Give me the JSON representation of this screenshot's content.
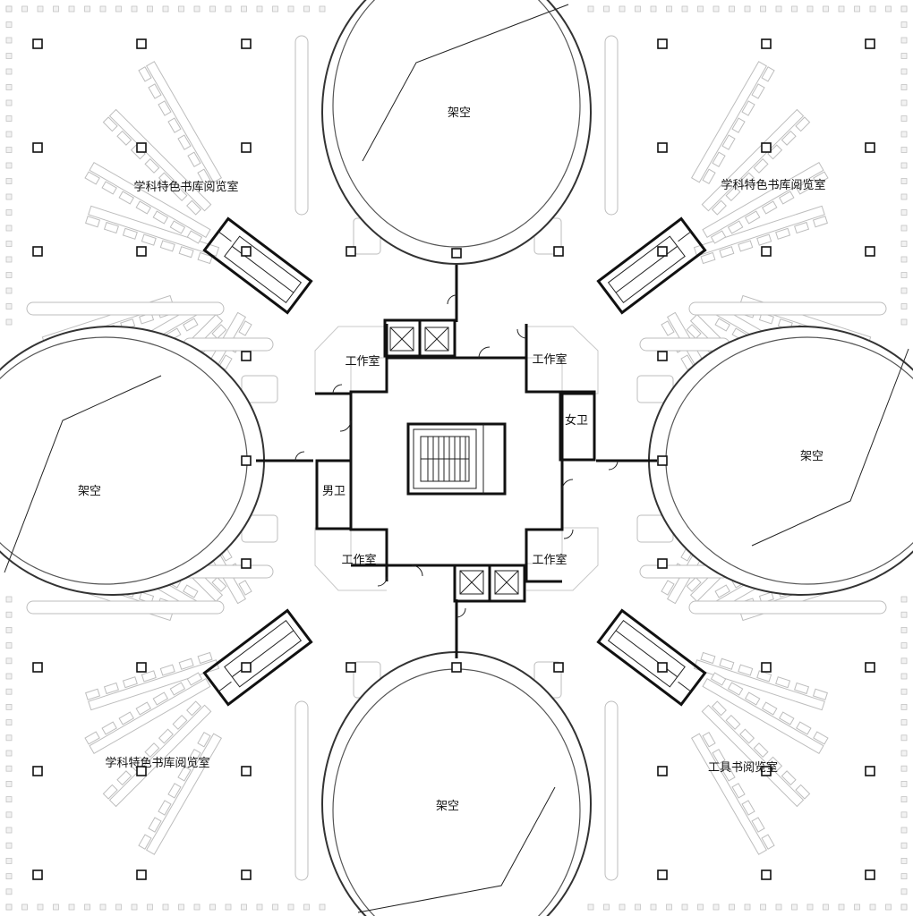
{
  "labels": {
    "reading_nw": "学科特色书库阅览室",
    "reading_ne": "学科特色书库阅览室",
    "reading_sw": "学科特色书库阅览室",
    "reading_se": "工具书阅览室",
    "void_n": "架空",
    "void_s": "架空",
    "void_w": "架空",
    "void_e": "架空",
    "work_nw": "工作室",
    "work_ne": "工作室",
    "work_sw": "工作室",
    "work_se": "工作室",
    "toilet_f": "女卫",
    "toilet_m": "男卫"
  }
}
